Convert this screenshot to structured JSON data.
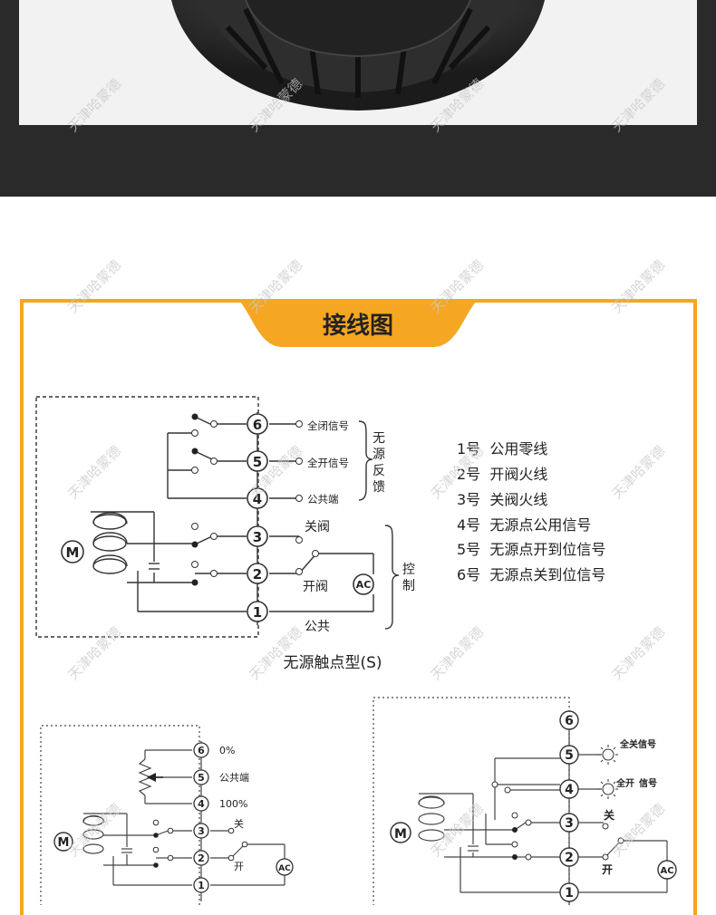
{
  "section_title": "接线图",
  "watermark": "天津哈蒙德",
  "colors": {
    "accent": "#f5a623",
    "dark_band": "#2a2a2a",
    "line": "#333333"
  },
  "diagram_main": {
    "caption": "无源触点型(S)",
    "motor": "M",
    "ac": "AC",
    "terminals": [
      "6",
      "5",
      "4",
      "3",
      "2",
      "1"
    ],
    "signals": {
      "t6": "全闭信号",
      "t5": "全开信号",
      "t4": "公共端"
    },
    "feedback_brace": [
      "无",
      "源",
      "反",
      "馈"
    ],
    "close_label": "关阀",
    "open_label": "开阀",
    "common_label": "公共",
    "control_brace": [
      "控",
      "制"
    ]
  },
  "legend": [
    "1号  公用零线",
    "2号  开阀火线",
    "3号  关阀火线",
    "4号  无源点公用信号",
    "5号  无源点开到位信号",
    "6号  无源点关到位信号"
  ],
  "diagram_left": {
    "motor": "M",
    "ac": "AC",
    "terminals": [
      "6",
      "5",
      "4",
      "3",
      "2",
      "1"
    ],
    "t6": "0%",
    "t5": "公共端",
    "t4": "100%",
    "close_label": "关",
    "open_label": "开"
  },
  "diagram_right": {
    "motor": "M",
    "ac": "AC",
    "terminals": [
      "6",
      "5",
      "4",
      "3",
      "2",
      "1"
    ],
    "t5_label": "全关信号",
    "t4_label_a": "全开",
    "t4_label_b": "信号",
    "close_label": "关",
    "open_label": "开"
  }
}
